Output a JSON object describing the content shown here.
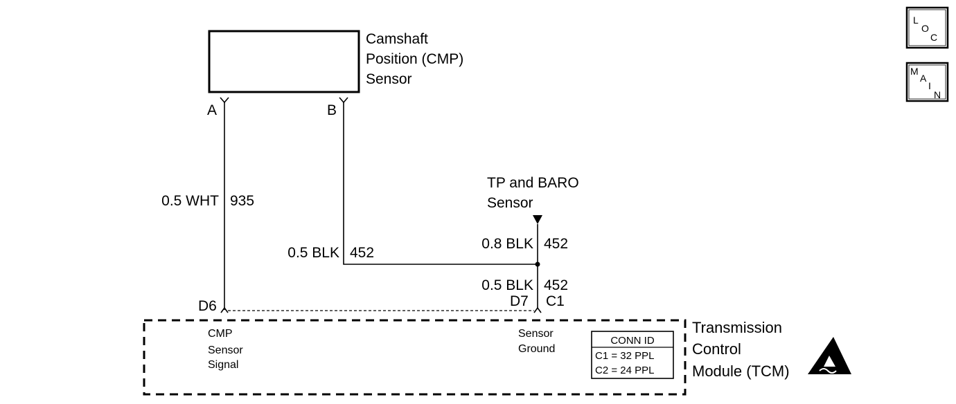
{
  "sensor": {
    "name_lines": [
      "Camshaft",
      "Position (CMP)",
      "Sensor"
    ],
    "pin_a": "A",
    "pin_b": "B"
  },
  "wires": {
    "cmp_signal": {
      "size_color": "0.5 WHT",
      "circuit": "935"
    },
    "cmp_ground": {
      "size_color": "0.5 BLK",
      "circuit": "452"
    },
    "tp_baro": {
      "size_color": "0.8 BLK",
      "circuit": "452"
    },
    "tcm_ground": {
      "size_color": "0.5 BLK",
      "circuit": "452"
    }
  },
  "tp_baro_sensor": {
    "lines": [
      "TP and BARO",
      "Sensor"
    ]
  },
  "tcm": {
    "name_lines": [
      "Transmission",
      "Control",
      "Module (TCM)"
    ],
    "pin_d6": "D6",
    "pin_d7": "D7",
    "pin_c1": "C1",
    "cmp_signal_lines": [
      "CMP",
      "Sensor",
      "Signal"
    ],
    "sensor_ground_lines": [
      "Sensor",
      "Ground"
    ],
    "conn_id": {
      "title": "CONN ID",
      "rows": [
        "C1 = 32 PPL",
        "C2 = 24 PPL"
      ]
    }
  },
  "nav": {
    "loc": [
      "L",
      "O",
      "C"
    ],
    "main": [
      "M",
      "A",
      "I",
      "N"
    ]
  },
  "icons": {
    "esd": "esd-warning-icon"
  }
}
